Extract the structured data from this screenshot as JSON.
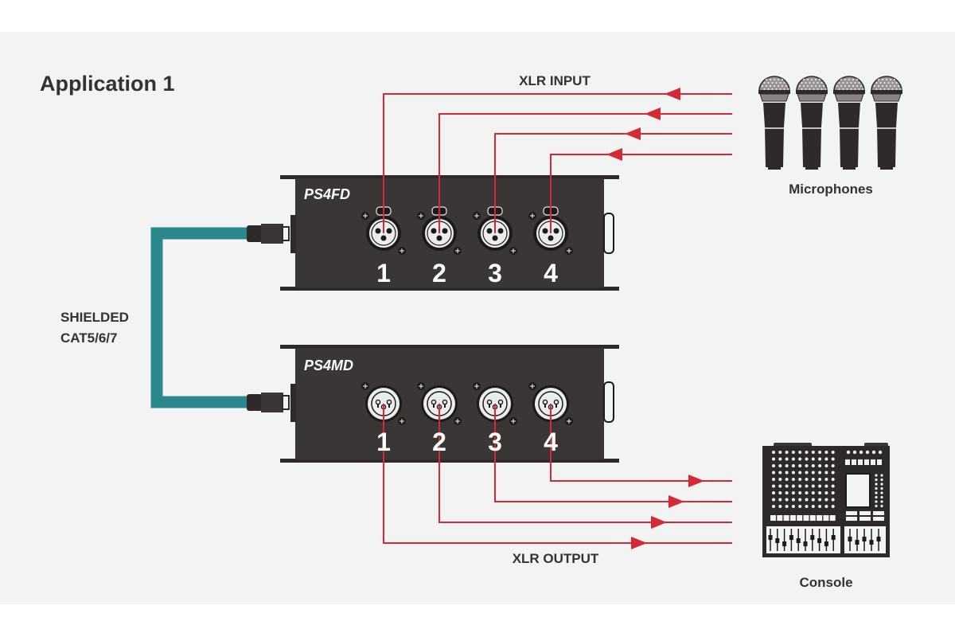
{
  "title": "Application 1",
  "colors": {
    "background": "#f3f3f3",
    "signal_line": "#d42a36",
    "cable": "#2a888c",
    "device_body": "#3a3636",
    "text": "#333333"
  },
  "labels": {
    "xlr_input": "XLR INPUT",
    "xlr_output": "XLR OUTPUT",
    "cable_line1": "SHIELDED",
    "cable_line2": "CAT5/6/7",
    "microphones": "Microphones",
    "console": "Console"
  },
  "devices": {
    "top": {
      "model": "PS4FD",
      "connector_type": "xlr-female",
      "channels": [
        "1",
        "2",
        "3",
        "4"
      ]
    },
    "bottom": {
      "model": "PS4MD",
      "connector_type": "xlr-male",
      "channels": [
        "1",
        "2",
        "3",
        "4"
      ]
    }
  },
  "microphones": {
    "count": 4,
    "icon": "microphone-icon"
  },
  "console": {
    "icon": "mixing-console-icon"
  },
  "signal_flow": {
    "inputs": [
      {
        "from": "Microphones",
        "to_channel": "1",
        "direction": "left"
      },
      {
        "from": "Microphones",
        "to_channel": "2",
        "direction": "left"
      },
      {
        "from": "Microphones",
        "to_channel": "3",
        "direction": "left"
      },
      {
        "from": "Microphones",
        "to_channel": "4",
        "direction": "left"
      }
    ],
    "outputs": [
      {
        "from_channel": "1",
        "to": "Console",
        "direction": "right"
      },
      {
        "from_channel": "2",
        "to": "Console",
        "direction": "right"
      },
      {
        "from_channel": "3",
        "to": "Console",
        "direction": "right"
      },
      {
        "from_channel": "4",
        "to": "Console",
        "direction": "right"
      }
    ]
  }
}
